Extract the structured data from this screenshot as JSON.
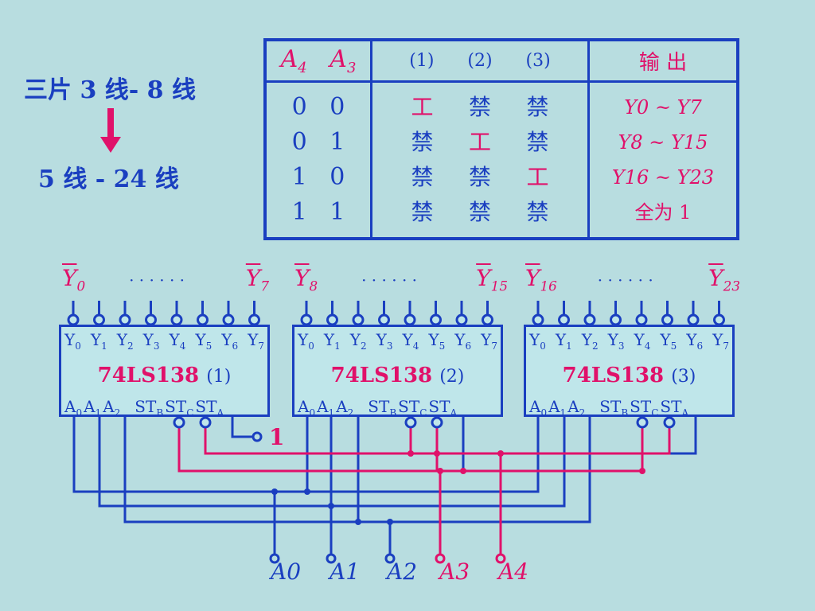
{
  "left": {
    "line1": "三片 3 线- 8 线",
    "line2": "5 线 - 24 线"
  },
  "table": {
    "headers": {
      "a4": "A",
      "a4_sub": "4",
      "a3": "A",
      "a3_sub": "3",
      "c1": "(1)",
      "c2": "(2)",
      "c3": "(3)",
      "out": "输  出"
    },
    "rows": [
      {
        "a4": "0",
        "a3": "0",
        "c1": "工",
        "c2": "禁",
        "c3": "禁",
        "out": "Y0 ~ Y7"
      },
      {
        "a4": "0",
        "a3": "1",
        "c1": "禁",
        "c2": "工",
        "c3": "禁",
        "out": "Y8 ~ Y15"
      },
      {
        "a4": "1",
        "a3": "0",
        "c1": "禁",
        "c2": "禁",
        "c3": "工",
        "out": "Y16 ~ Y23"
      },
      {
        "a4": "1",
        "a3": "1",
        "c1": "禁",
        "c2": "禁",
        "c3": "禁",
        "out": "全为 1"
      }
    ]
  },
  "chips": [
    {
      "name": "74LS138",
      "idx": "(1)",
      "top_pins": [
        "Y0",
        "Y1",
        "Y2",
        "Y3",
        "Y4",
        "Y5",
        "Y6",
        "Y7"
      ],
      "bottom_pins": [
        "A0",
        "A1",
        "A2",
        "STB",
        "STC",
        "STA"
      ]
    },
    {
      "name": "74LS138",
      "idx": "(2)",
      "top_pins": [
        "Y0",
        "Y1",
        "Y2",
        "Y3",
        "Y4",
        "Y5",
        "Y6",
        "Y7"
      ],
      "bottom_pins": [
        "A0",
        "A1",
        "A2",
        "STB",
        "STC",
        "STA"
      ]
    },
    {
      "name": "74LS138",
      "idx": "(3)",
      "top_pins": [
        "Y0",
        "Y1",
        "Y2",
        "Y3",
        "Y4",
        "Y5",
        "Y6",
        "Y7"
      ],
      "bottom_pins": [
        "A0",
        "A1",
        "A2",
        "STB",
        "STC",
        "STA"
      ]
    }
  ],
  "output_labels": [
    {
      "first": "0",
      "last": "7",
      "dots": "· · · · · ·"
    },
    {
      "first": "8",
      "last": "15",
      "dots": "· · · · · ·"
    },
    {
      "first": "16",
      "last": "23",
      "dots": "· · · · · ·"
    }
  ],
  "const_one": "1",
  "inputs": [
    "A0",
    "A1",
    "A2",
    "A3",
    "A4"
  ],
  "colors": {
    "blue": "#1a3fc0",
    "red": "#e0116a",
    "bg": "#b8dde0"
  }
}
